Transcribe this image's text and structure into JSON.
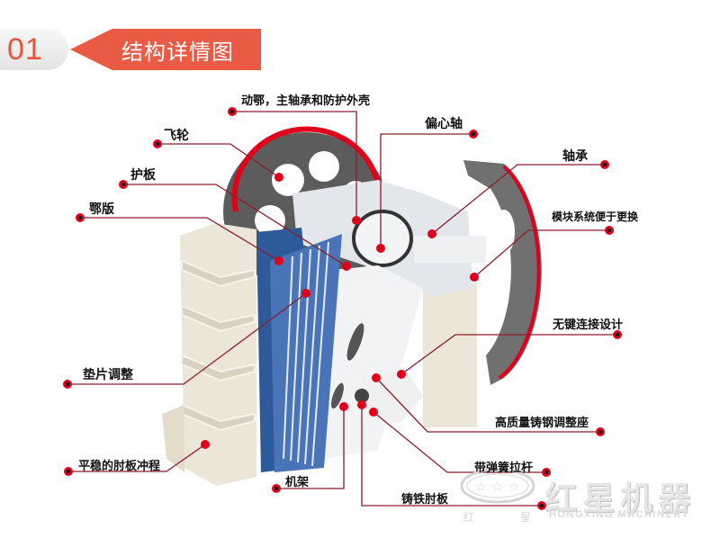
{
  "header": {
    "section_number": "01",
    "title": "结构详情图"
  },
  "labels": {
    "moving_jaw": "动鄂，主轴承和防护外壳",
    "eccentric_shaft": "偏心轴",
    "flywheel": "飞轮",
    "guard_plate": "护板",
    "jaw_plate": "鄂版",
    "bearing": "轴承",
    "modular_system": "模块系统便于更换",
    "keyless_connection": "无键连接设计",
    "shim_adjustment": "垫片调整",
    "steel_adjust_seat": "高质量铸钢调整座",
    "stable_toggle_stroke": "平稳的肘板冲程",
    "spring_tie_rod": "带弹簧拉杆",
    "frame": "机架",
    "cast_iron_toggle": "铸铁肘板"
  },
  "logo": {
    "cn": "红星机器",
    "en": "HONGXING MACHINERY",
    "small_left": "红",
    "small_right": "星"
  },
  "colors": {
    "accent": "#ea5b45",
    "leader_line": "#8c1c2a",
    "marker": "#e0001b",
    "jaw_blue": "#4a74b8",
    "flywheel_gray": "#5f5f5f"
  }
}
